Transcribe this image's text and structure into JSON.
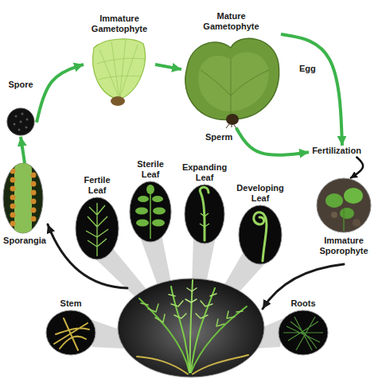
{
  "diagram": {
    "nodes": [
      {
        "text": [
          "Immature Gametophyte"
        ]
      },
      {
        "text": [
          "Mature Gametophyte"
        ]
      },
      {
        "text": [
          "Spore"
        ]
      },
      {
        "text": [
          "Fertilization"
        ]
      },
      {
        "text": [
          "Sporangia"
        ]
      },
      {
        "text": [
          "Fertile Leaf"
        ]
      },
      {
        "text": [
          "Sterile Leaf"
        ]
      },
      {
        "text": [
          "Expanding Leaf"
        ]
      },
      {
        "text": [
          "Developing Leaf"
        ]
      },
      {
        "text": [
          "Immature Sporophyte"
        ]
      },
      {
        "text": [
          "Stem"
        ]
      },
      {
        "text": [
          "Roots"
        ]
      }
    ],
    "edges": [
      {
        "from": 4,
        "to": 2,
        "arrow": "to"
      },
      {
        "from": 2,
        "to": 0,
        "arrow": "to"
      },
      {
        "from": 0,
        "to": 1,
        "arrow": "to"
      },
      {
        "from": 1,
        "to": 3,
        "label": "Egg",
        "arrow": "to"
      },
      {
        "from": 1,
        "to": 3,
        "label": "Sperm",
        "arrow": "to"
      },
      {
        "from": 3,
        "to": 9,
        "arrow": "to"
      }
    ]
  }
}
